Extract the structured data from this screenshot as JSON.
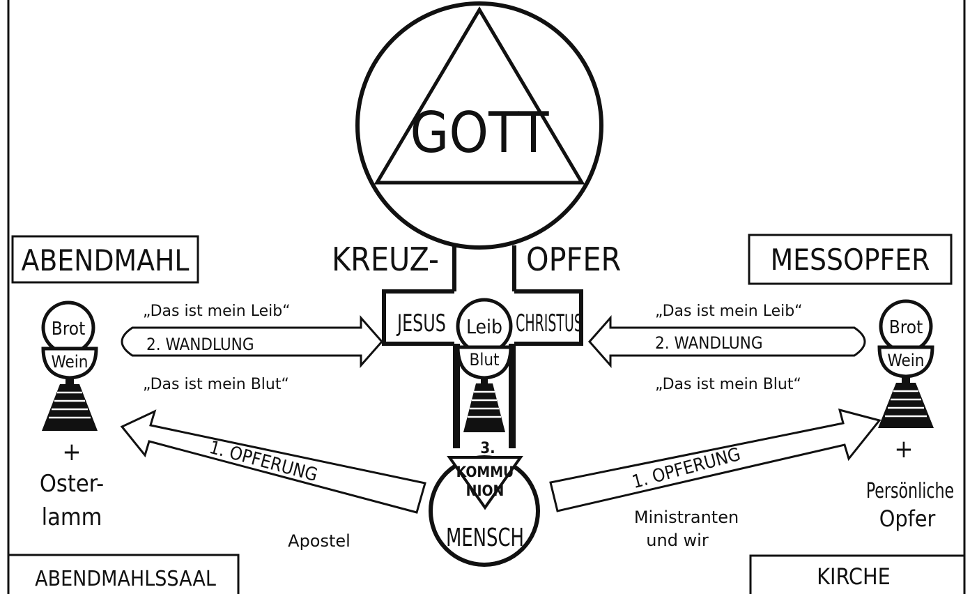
{
  "god": {
    "label": "GOTT"
  },
  "cross": {
    "left_label": "KREUZ-",
    "right_label": "OPFER",
    "bar_left": "JESUS",
    "bar_right": "CHRISTUS",
    "chalice_top": "Leib",
    "chalice_bottom": "Blut"
  },
  "human": {
    "label": "MENSCH",
    "number": "3.",
    "communion_line1": "KOMMU",
    "communion_line2": "NION"
  },
  "left": {
    "title": "ABENDMAHL",
    "chalice_top": "Brot",
    "chalice_bottom": "Wein",
    "plus": "+",
    "extra_line1": "Oster-",
    "extra_line2": "lamm",
    "quote_top": "„Das  ist  mein  Leib“",
    "transform_label": "2. WANDLUNG",
    "quote_bottom": "„Das  ist  mein  Blut“",
    "offering_label": "1. OPFERUNG",
    "participants": "Apostel",
    "place": "ABENDMAHLSSAAL"
  },
  "right": {
    "title": "MESSOPFER",
    "chalice_top": "Brot",
    "chalice_bottom": "Wein",
    "plus": "+",
    "extra_line1": "Persönliche",
    "extra_line2": "Opfer",
    "quote_top": "„Das  ist  mein  Leib“",
    "transform_label": "2. WANDLUNG",
    "quote_bottom": "„Das  ist  mein  Blut“",
    "offering_label": "1. OPFERUNG",
    "participants_line1": "Ministranten",
    "participants_line2": "und    wir",
    "place": "KIRCHE"
  }
}
